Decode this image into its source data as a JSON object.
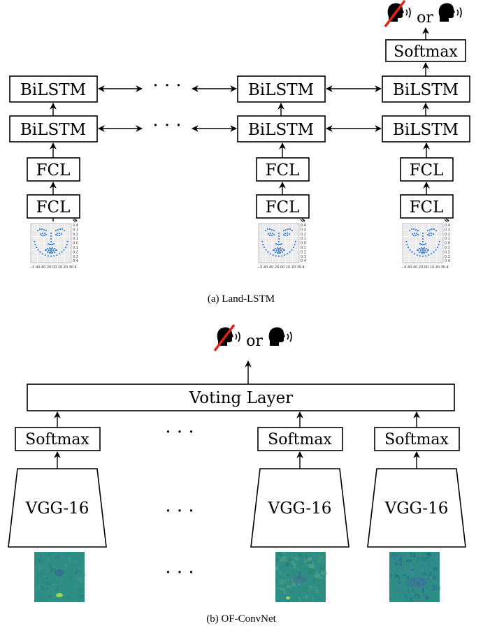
{
  "land_lstm": {
    "caption": "(a) Land-LSTM",
    "bilstm_label": "BiLSTM",
    "fcl_label": "FCL",
    "softmax_label": "Softmax",
    "output_connector": "or",
    "ellipsis": "· · ·",
    "plot_y_ticks": [
      "0.4",
      "0.3",
      "0.2",
      "0.1",
      "0.0",
      "0.1",
      "0.2",
      "0.3",
      "0.4"
    ],
    "plot_x_ticks": "−0.40.40.20.00.10.20.30.4",
    "dot_color": "#3a7fd5"
  },
  "of_convnet": {
    "caption": "(b) OF-ConvNet",
    "voting_label": "Voting Layer",
    "softmax_label": "Softmax",
    "vgg_label": "VGG-16",
    "output_connector": "or",
    "ellipsis": "· · ·",
    "flow_color": "#2e8e86"
  },
  "icons": {
    "silent": "silent-head-icon",
    "speaking": "speaking-head-icon",
    "strike_color": "#e2231a"
  }
}
